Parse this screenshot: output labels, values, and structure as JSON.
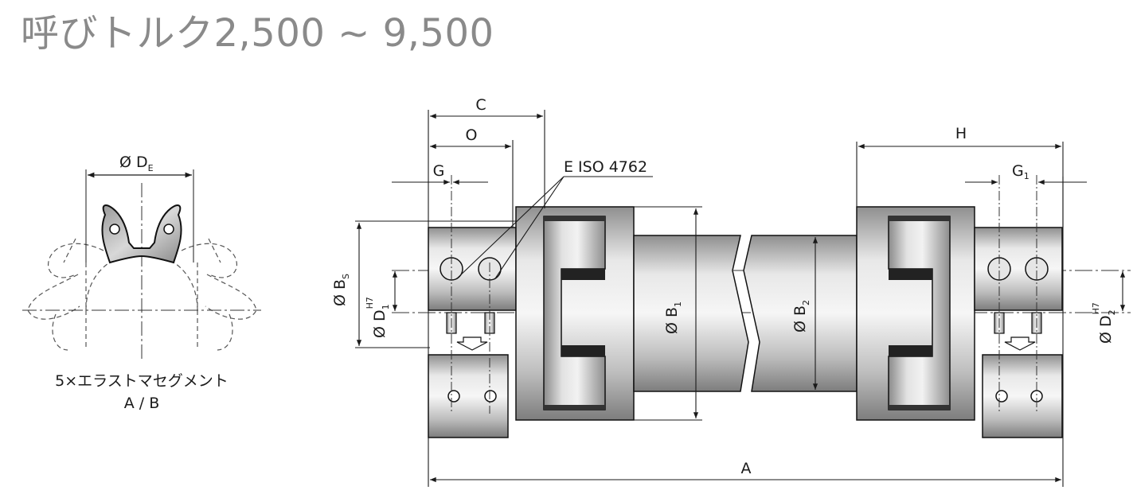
{
  "title": "呼びトルク2,500 ~ 9,500",
  "labels": {
    "de_main": "Ø D",
    "de_sub": "E",
    "elastomer_line1": "5×エラストマセグメント",
    "elastomer_line2": "A / B",
    "c": "C",
    "o": "O",
    "g": "G",
    "screw": "E ISO 4762",
    "h": "H",
    "g1_main": "G",
    "g1_sub": "1",
    "bs_main": "Ø B",
    "bs_sub": "S",
    "d1_main": "Ø D",
    "d1_sub": "1",
    "d1_sup": "H7",
    "b1_main": "Ø B",
    "b1_sub": "1",
    "b2_main": "Ø B",
    "b2_sub": "2",
    "d2_main": "Ø D",
    "d2_sub": "2",
    "d2_sup": "H7",
    "a": "A"
  }
}
